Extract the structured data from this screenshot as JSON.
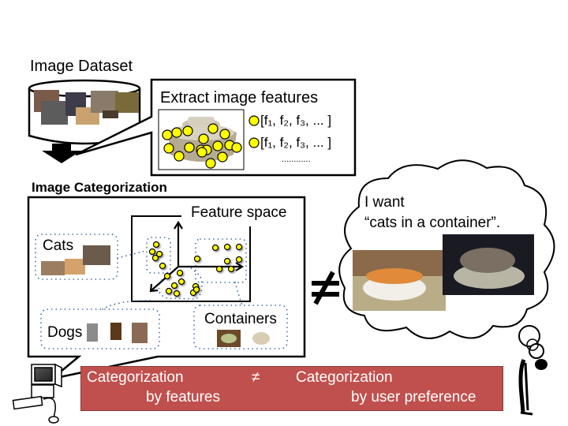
{
  "dataset": {
    "title": "Image Dataset"
  },
  "extract": {
    "title": "Extract image features",
    "vectors": [
      "[f₁, f₂, f₃, ... ]",
      "[f₁, f₂, f₃, ... ]"
    ],
    "ellipsis": "............"
  },
  "categorization": {
    "title": "Image Categorization",
    "feature_space_label": "Feature space",
    "groups": [
      {
        "label": "Cats"
      },
      {
        "label": "Dogs"
      },
      {
        "label": "Containers"
      }
    ]
  },
  "not_equal_symbol": "≠",
  "thought": {
    "line1": "I want",
    "line2": "“cats in a container”."
  },
  "banner": {
    "left_line1": "Categorization",
    "left_line2": "by features",
    "symbol": "≠",
    "right_line1": "Categorization",
    "right_line2": "by user preference",
    "color": "#c0504d"
  },
  "colors": {
    "feature_point": "#ffff00",
    "dotted_group": "#2e5b9a"
  }
}
